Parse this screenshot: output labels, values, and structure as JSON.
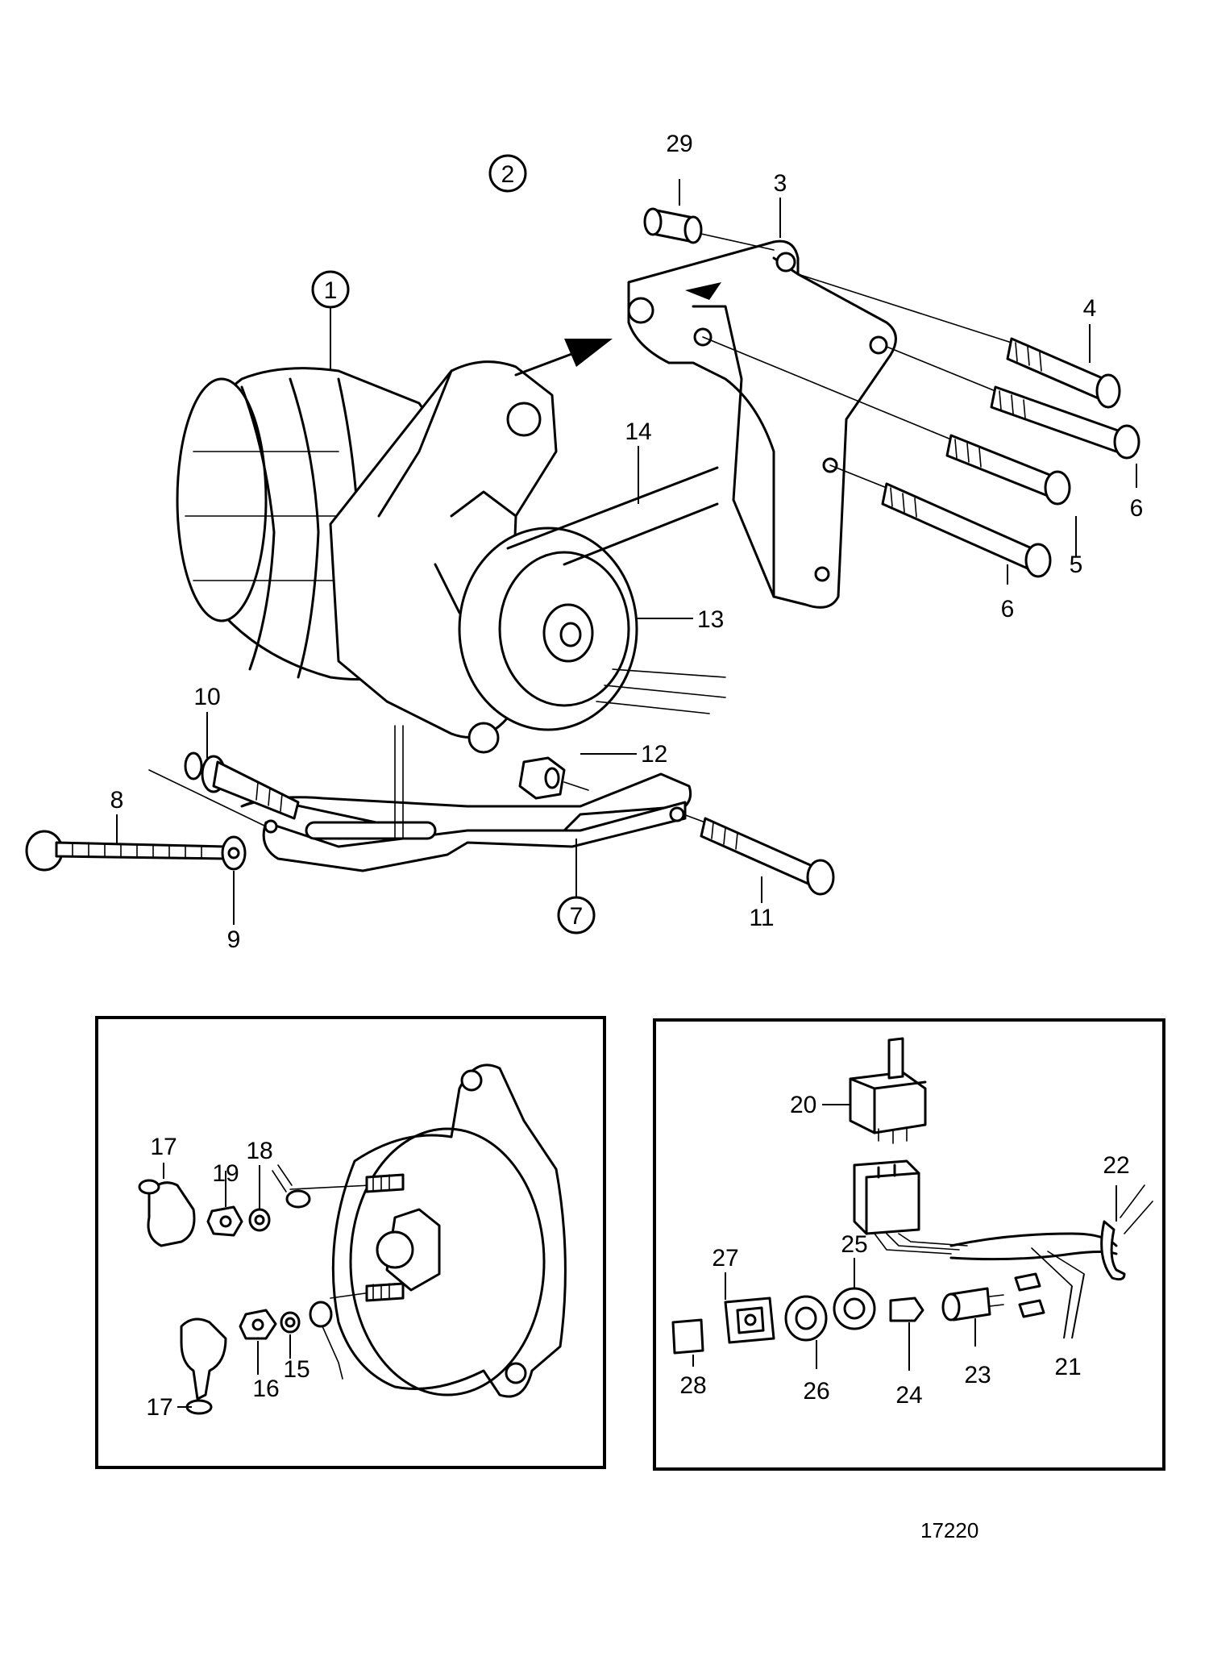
{
  "diagram": {
    "callouts": {
      "c1": "1",
      "c2": "2",
      "c3": "3",
      "c4": "4",
      "c5": "5",
      "c6a": "6",
      "c6b": "6",
      "c7": "7",
      "c8": "8",
      "c9": "9",
      "c10": "10",
      "c11": "11",
      "c12": "12",
      "c13": "13",
      "c14": "14",
      "c15": "15",
      "c16": "16",
      "c17a": "17",
      "c17b": "17",
      "c18": "18",
      "c19": "19",
      "c20": "20",
      "c21": "21",
      "c22": "22",
      "c23": "23",
      "c24": "24",
      "c25": "25",
      "c26": "26",
      "c27": "27",
      "c28": "28",
      "c29": "29"
    },
    "drawing_number": "17220"
  }
}
